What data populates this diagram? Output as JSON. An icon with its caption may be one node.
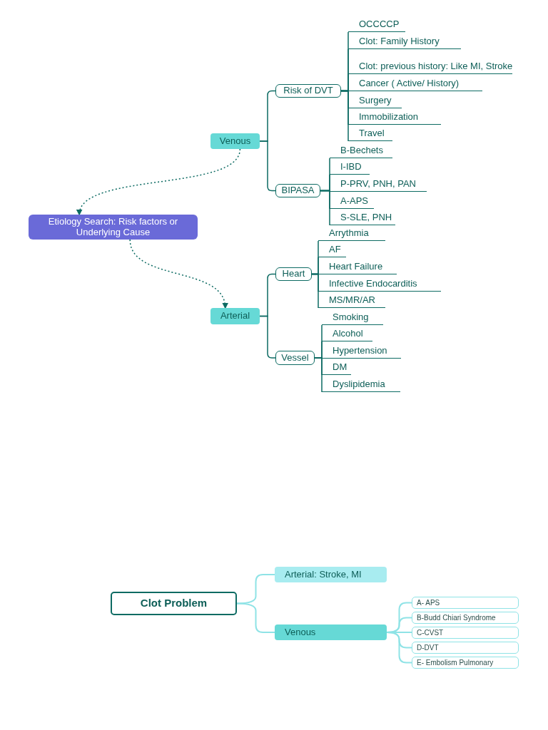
{
  "diagram": {
    "nodes": [
      {
        "text": [
          "Etiology Search: Risk factors or Underlying Cause"
        ]
      },
      {
        "text": [
          "Venous"
        ]
      },
      {
        "text": [
          "Risk of DVT"
        ]
      },
      {
        "text": [
          "OCCCCP"
        ]
      },
      {
        "text": [
          "Clot: Family History"
        ]
      },
      {
        "text": [
          "Clot: previous history: Like MI, Stroke"
        ]
      },
      {
        "text": [
          "Cancer ( Active/ History)"
        ]
      },
      {
        "text": [
          "Surgery"
        ]
      },
      {
        "text": [
          "Immobilization"
        ]
      },
      {
        "text": [
          "Travel"
        ]
      },
      {
        "text": [
          "BIPASA"
        ]
      },
      {
        "text": [
          "B-Bechets"
        ]
      },
      {
        "text": [
          "I-IBD"
        ]
      },
      {
        "text": [
          "P-PRV, PNH, PAN"
        ]
      },
      {
        "text": [
          "A-APS"
        ]
      },
      {
        "text": [
          "S-SLE, PNH"
        ]
      },
      {
        "text": [
          "Arterial"
        ]
      },
      {
        "text": [
          "Heart"
        ]
      },
      {
        "text": [
          "Arrythmia"
        ]
      },
      {
        "text": [
          "AF"
        ]
      },
      {
        "text": [
          "Heart Failure"
        ]
      },
      {
        "text": [
          "Infective Endocarditis"
        ]
      },
      {
        "text": [
          "MS/MR/AR"
        ]
      },
      {
        "text": [
          "Vessel"
        ]
      },
      {
        "text": [
          "Smoking"
        ]
      },
      {
        "text": [
          "Alcohol"
        ]
      },
      {
        "text": [
          "Hypertension"
        ]
      },
      {
        "text": [
          "DM"
        ]
      },
      {
        "text": [
          "Dyslipidemia"
        ]
      },
      {
        "text": [
          "Clot Problem"
        ]
      },
      {
        "text": [
          "Arterial: Stroke, MI"
        ]
      },
      {
        "text": [
          "Venous"
        ]
      },
      {
        "text": [
          "A- APS"
        ]
      },
      {
        "text": [
          "B-Budd Chiari Syndrome"
        ]
      },
      {
        "text": [
          "C-CVST"
        ]
      },
      {
        "text": [
          "D-DVT"
        ]
      },
      {
        "text": [
          "E- Embolism Pulmonary"
        ]
      }
    ],
    "edges": [
      {
        "from": 1,
        "to": 0,
        "arrow": "to",
        "style": "dashed"
      },
      {
        "from": 0,
        "to": 16,
        "arrow": "to",
        "style": "dashed"
      },
      {
        "from": 1,
        "to": 2,
        "arrow": "none"
      },
      {
        "from": 2,
        "to": 3,
        "arrow": "none"
      },
      {
        "from": 2,
        "to": 4,
        "arrow": "none"
      },
      {
        "from": 2,
        "to": 5,
        "arrow": "none"
      },
      {
        "from": 2,
        "to": 6,
        "arrow": "none"
      },
      {
        "from": 2,
        "to": 7,
        "arrow": "none"
      },
      {
        "from": 2,
        "to": 8,
        "arrow": "none"
      },
      {
        "from": 2,
        "to": 9,
        "arrow": "none"
      },
      {
        "from": 1,
        "to": 10,
        "arrow": "none"
      },
      {
        "from": 10,
        "to": 11,
        "arrow": "none"
      },
      {
        "from": 10,
        "to": 12,
        "arrow": "none"
      },
      {
        "from": 10,
        "to": 13,
        "arrow": "none"
      },
      {
        "from": 10,
        "to": 14,
        "arrow": "none"
      },
      {
        "from": 10,
        "to": 15,
        "arrow": "none"
      },
      {
        "from": 16,
        "to": 17,
        "arrow": "none"
      },
      {
        "from": 17,
        "to": 18,
        "arrow": "none"
      },
      {
        "from": 17,
        "to": 19,
        "arrow": "none"
      },
      {
        "from": 17,
        "to": 20,
        "arrow": "none"
      },
      {
        "from": 17,
        "to": 21,
        "arrow": "none"
      },
      {
        "from": 17,
        "to": 22,
        "arrow": "none"
      },
      {
        "from": 16,
        "to": 23,
        "arrow": "none"
      },
      {
        "from": 23,
        "to": 24,
        "arrow": "none"
      },
      {
        "from": 23,
        "to": 25,
        "arrow": "none"
      },
      {
        "from": 23,
        "to": 26,
        "arrow": "none"
      },
      {
        "from": 23,
        "to": 27,
        "arrow": "none"
      },
      {
        "from": 23,
        "to": 28,
        "arrow": "none"
      },
      {
        "from": 29,
        "to": 30,
        "arrow": "none",
        "color": "#8fe3e6"
      },
      {
        "from": 29,
        "to": 31,
        "arrow": "none",
        "color": "#8fe3e6"
      },
      {
        "from": 31,
        "to": 32,
        "arrow": "none",
        "color": "#8fe3e6"
      },
      {
        "from": 31,
        "to": 33,
        "arrow": "none",
        "color": "#8fe3e6"
      },
      {
        "from": 31,
        "to": 34,
        "arrow": "none",
        "color": "#8fe3e6"
      },
      {
        "from": 31,
        "to": 35,
        "arrow": "none",
        "color": "#8fe3e6"
      },
      {
        "from": 31,
        "to": 36,
        "arrow": "none",
        "color": "#8fe3e6"
      }
    ]
  }
}
